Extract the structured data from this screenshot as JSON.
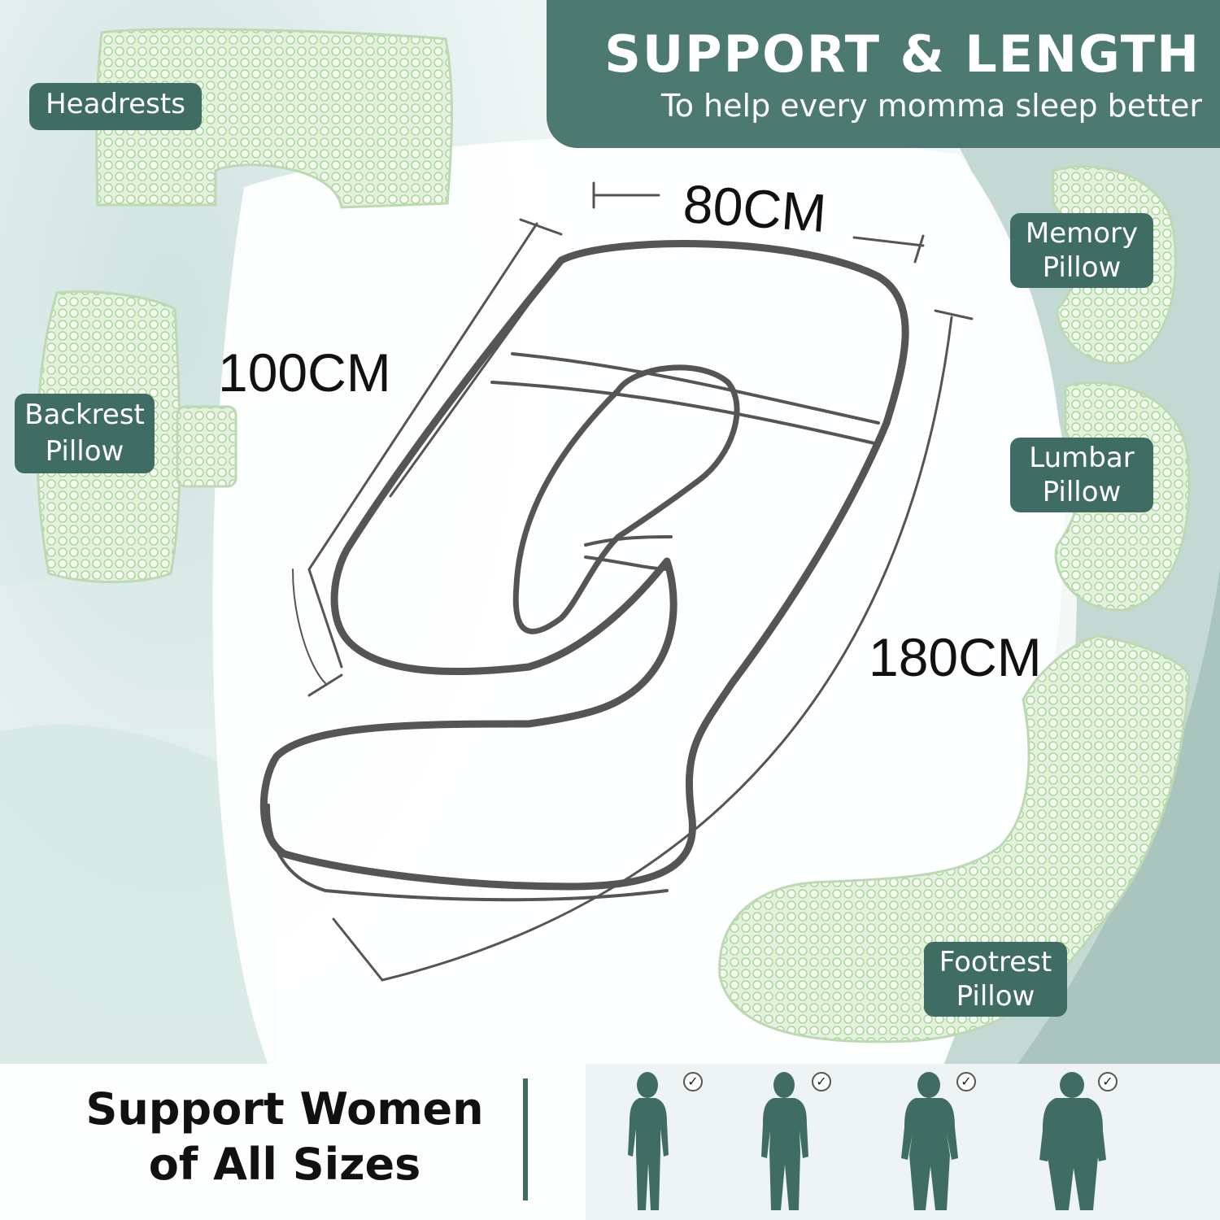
{
  "header": {
    "title": "SUPPORT & LENGTH",
    "subtitle": "To help every momma sleep better"
  },
  "dimensions": {
    "width": "80CM",
    "depth": "100CM",
    "length": "180CM"
  },
  "parts": {
    "headrests": "Headrests",
    "backrest": [
      "Backrest",
      "Pillow"
    ],
    "memory": [
      "Memory",
      "Pillow"
    ],
    "lumbar": [
      "Lumbar",
      "Pillow"
    ],
    "footrest": [
      "Footrest",
      "Pillow"
    ]
  },
  "footer": {
    "title_lines": [
      "Support Women",
      "of All Sizes"
    ],
    "check_glyph": "✓"
  },
  "colors": {
    "banner": "#4d7a70",
    "tag": "#3f6d64",
    "pillow_green": "#cfe8c6",
    "figure": "#3f6d64"
  }
}
